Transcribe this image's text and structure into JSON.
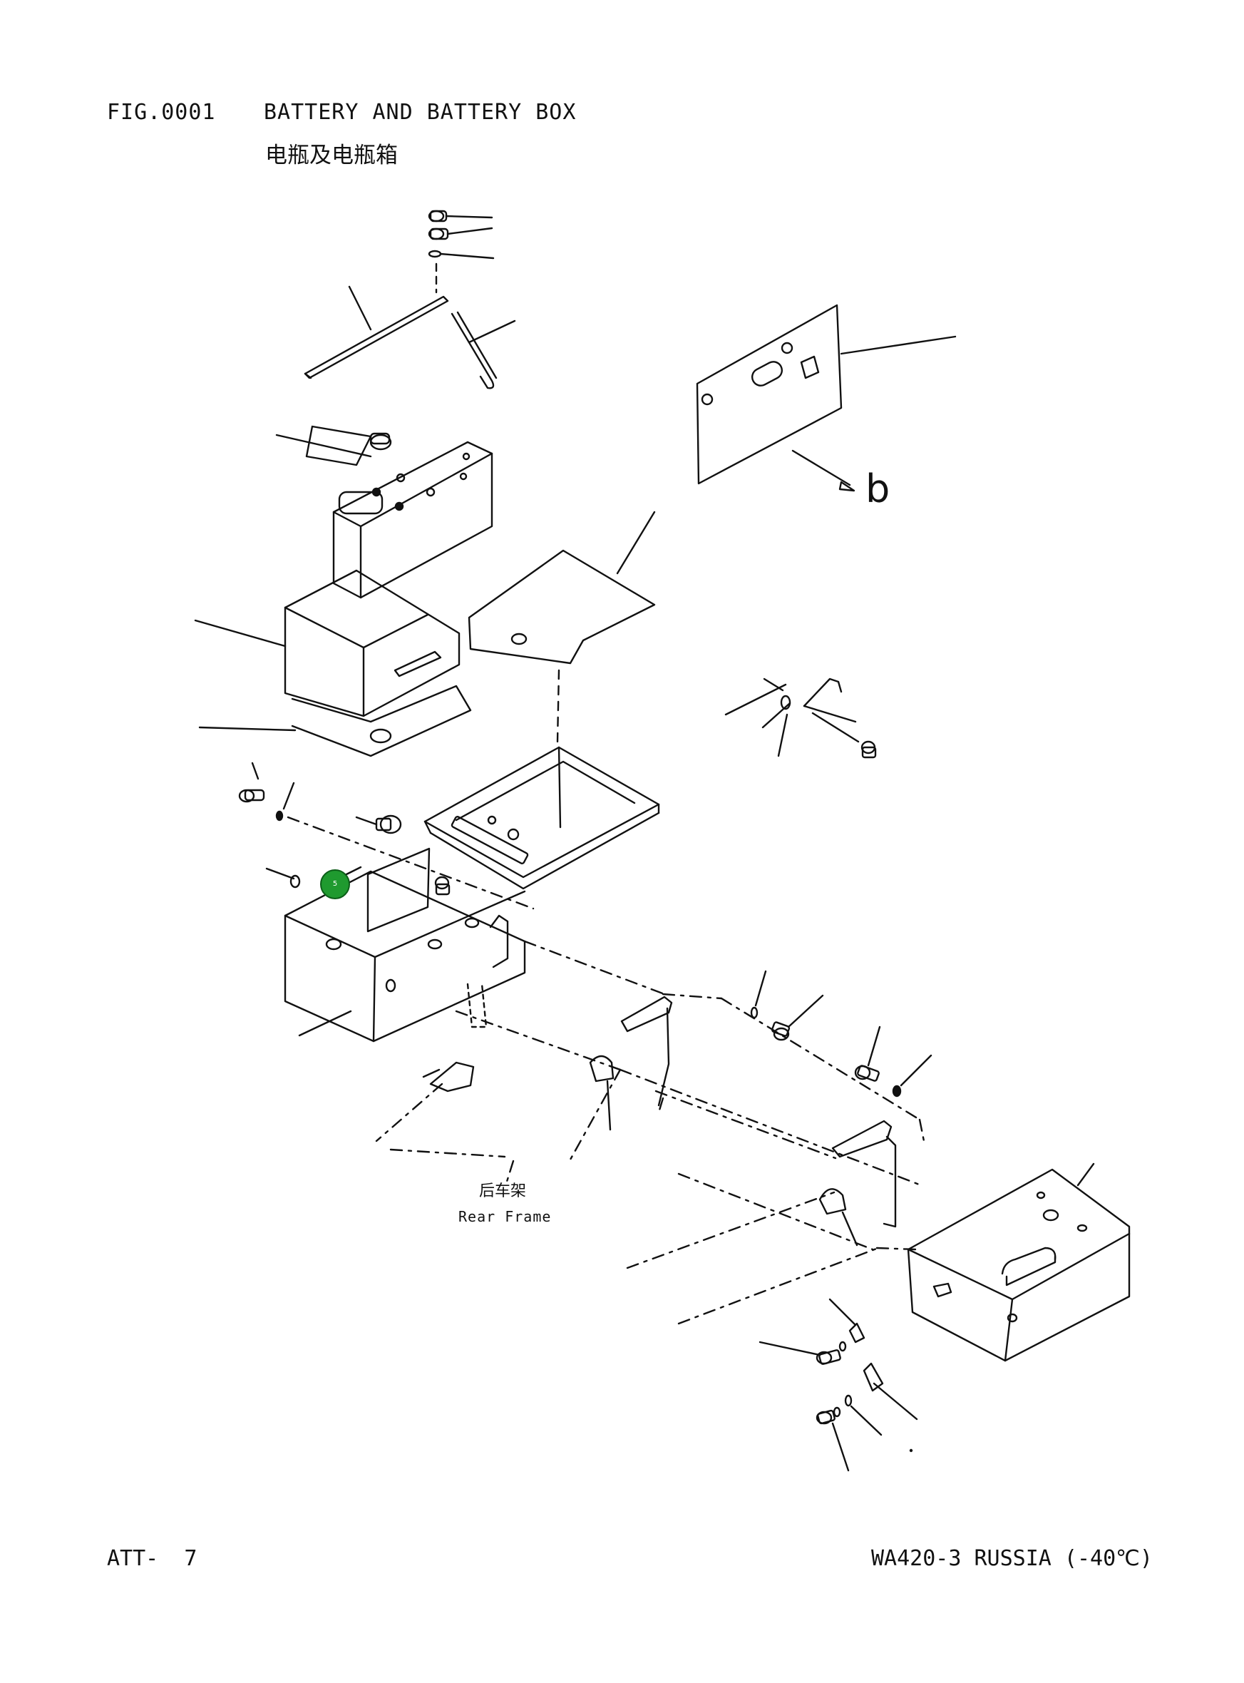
{
  "header": {
    "figure_number": "FIG.0001",
    "title_en": "BATTERY AND BATTERY BOX",
    "title_cn": "电瓶及电瓶箱"
  },
  "drawing": {
    "detail_reference": "b",
    "frame_label_cn": "后车架",
    "frame_label_en": "Rear Frame",
    "selected_callout": "5",
    "callout_color": "#1f9a2f"
  },
  "footer": {
    "page": "ATT-  7",
    "model": "WA420-3 RUSSIA (-40℃)"
  }
}
